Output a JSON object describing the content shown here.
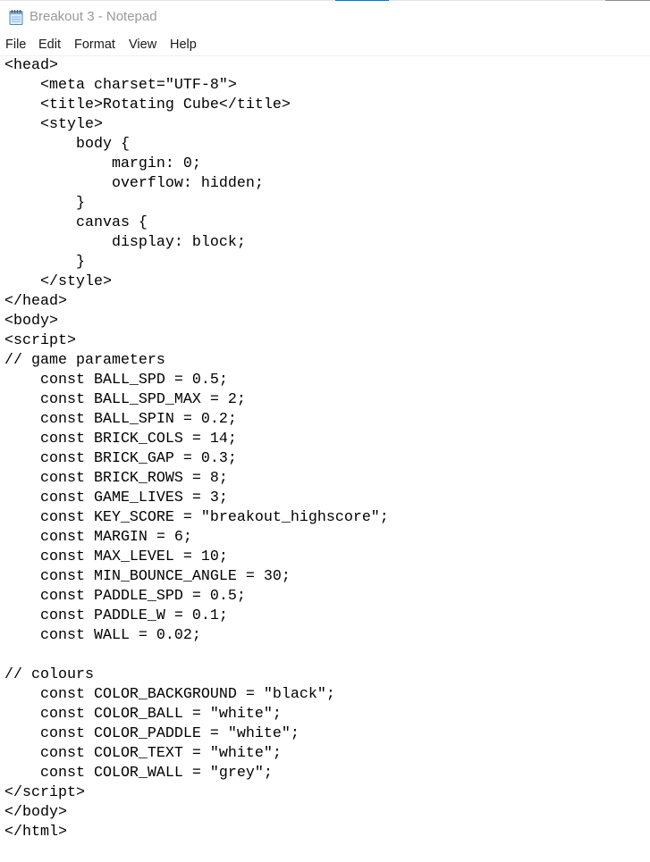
{
  "window": {
    "title": "Breakout 3 - Notepad",
    "icon": "notepad-icon"
  },
  "menu": {
    "items": [
      "File",
      "Edit",
      "Format",
      "View",
      "Help"
    ]
  },
  "editor": {
    "lines": [
      "<head>",
      "    <meta charset=\"UTF-8\">",
      "    <title>Rotating Cube</title>",
      "    <style>",
      "        body {",
      "            margin: 0;",
      "            overflow: hidden;",
      "        }",
      "        canvas {",
      "            display: block;",
      "        }",
      "    </style>",
      "</head>",
      "<body>",
      "<script>",
      "// game parameters",
      "    const BALL_SPD = 0.5;",
      "    const BALL_SPD_MAX = 2;",
      "    const BALL_SPIN = 0.2;",
      "    const BRICK_COLS = 14;",
      "    const BRICK_GAP = 0.3;",
      "    const BRICK_ROWS = 8;",
      "    const GAME_LIVES = 3;",
      "    const KEY_SCORE = \"breakout_highscore\";",
      "    const MARGIN = 6;",
      "    const MAX_LEVEL = 10;",
      "    const MIN_BOUNCE_ANGLE = 30;",
      "    const PADDLE_SPD = 0.5;",
      "    const PADDLE_W = 0.1;",
      "    const WALL = 0.02;",
      "",
      "// colours",
      "    const COLOR_BACKGROUND = \"black\";",
      "    const COLOR_BALL = \"white\";",
      "    const COLOR_PADDLE = \"white\";",
      "    const COLOR_TEXT = \"white\";",
      "    const COLOR_WALL = \"grey\";",
      "</script>",
      "</body>",
      "</html>"
    ]
  },
  "colors": {
    "background": "#ffffff",
    "title_text": "#999999",
    "menu_text": "#1a1a1a",
    "editor_text": "#000000",
    "accent": "#0078d7"
  }
}
